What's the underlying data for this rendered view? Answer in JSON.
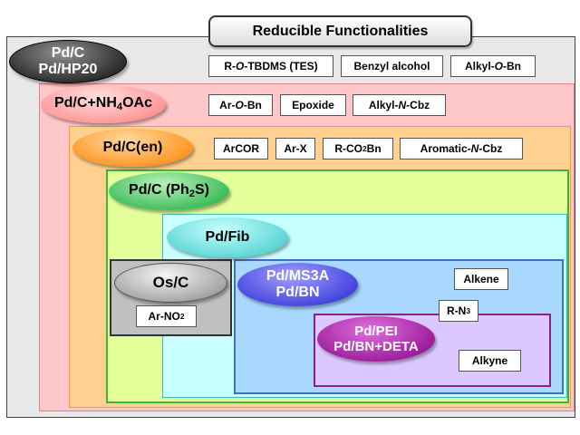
{
  "title": "Reducible Functionalities",
  "catalysts": {
    "pdc_hp20": [
      "Pd/C",
      "Pd/HP20"
    ],
    "pdc_nh4oac": [
      "Pd/C+NH",
      "4",
      "OAc"
    ],
    "pdc_en": "Pd/C(en)",
    "pdc_ph2s": [
      "Pd/C (Ph",
      "2",
      "S)"
    ],
    "pd_fib": "Pd/Fib",
    "os_c": "Os/C",
    "pd_ms3a": [
      "Pd/MS3A",
      "Pd/BN"
    ],
    "pd_pei": [
      "Pd/PEI",
      "Pd/BN+DETA"
    ]
  },
  "functionalities": {
    "r_o_tbdms": [
      "R-",
      "O",
      "-TBDMS (TES)"
    ],
    "benzyl_alcohol": "Benzyl alcohol",
    "alkyl_o_bn": [
      "Alkyl-",
      "O",
      "-Bn"
    ],
    "ar_o_bn": [
      "Ar-",
      "O",
      "-Bn"
    ],
    "epoxide": "Epoxide",
    "alkyl_n_cbz": [
      "Alkyl-",
      "N",
      "-Cbz"
    ],
    "arcor": "ArCOR",
    "ar_x": "Ar-X",
    "r_co2bn": [
      "R-CO",
      "2",
      "Bn"
    ],
    "aromatic_n_cbz": [
      "Aromatic-",
      "N",
      "-Cbz"
    ],
    "ar_no2": [
      "Ar-NO",
      "2"
    ],
    "alkene": "Alkene",
    "r_n3": [
      "R-N",
      "3"
    ],
    "alkyne": "Alkyne"
  }
}
